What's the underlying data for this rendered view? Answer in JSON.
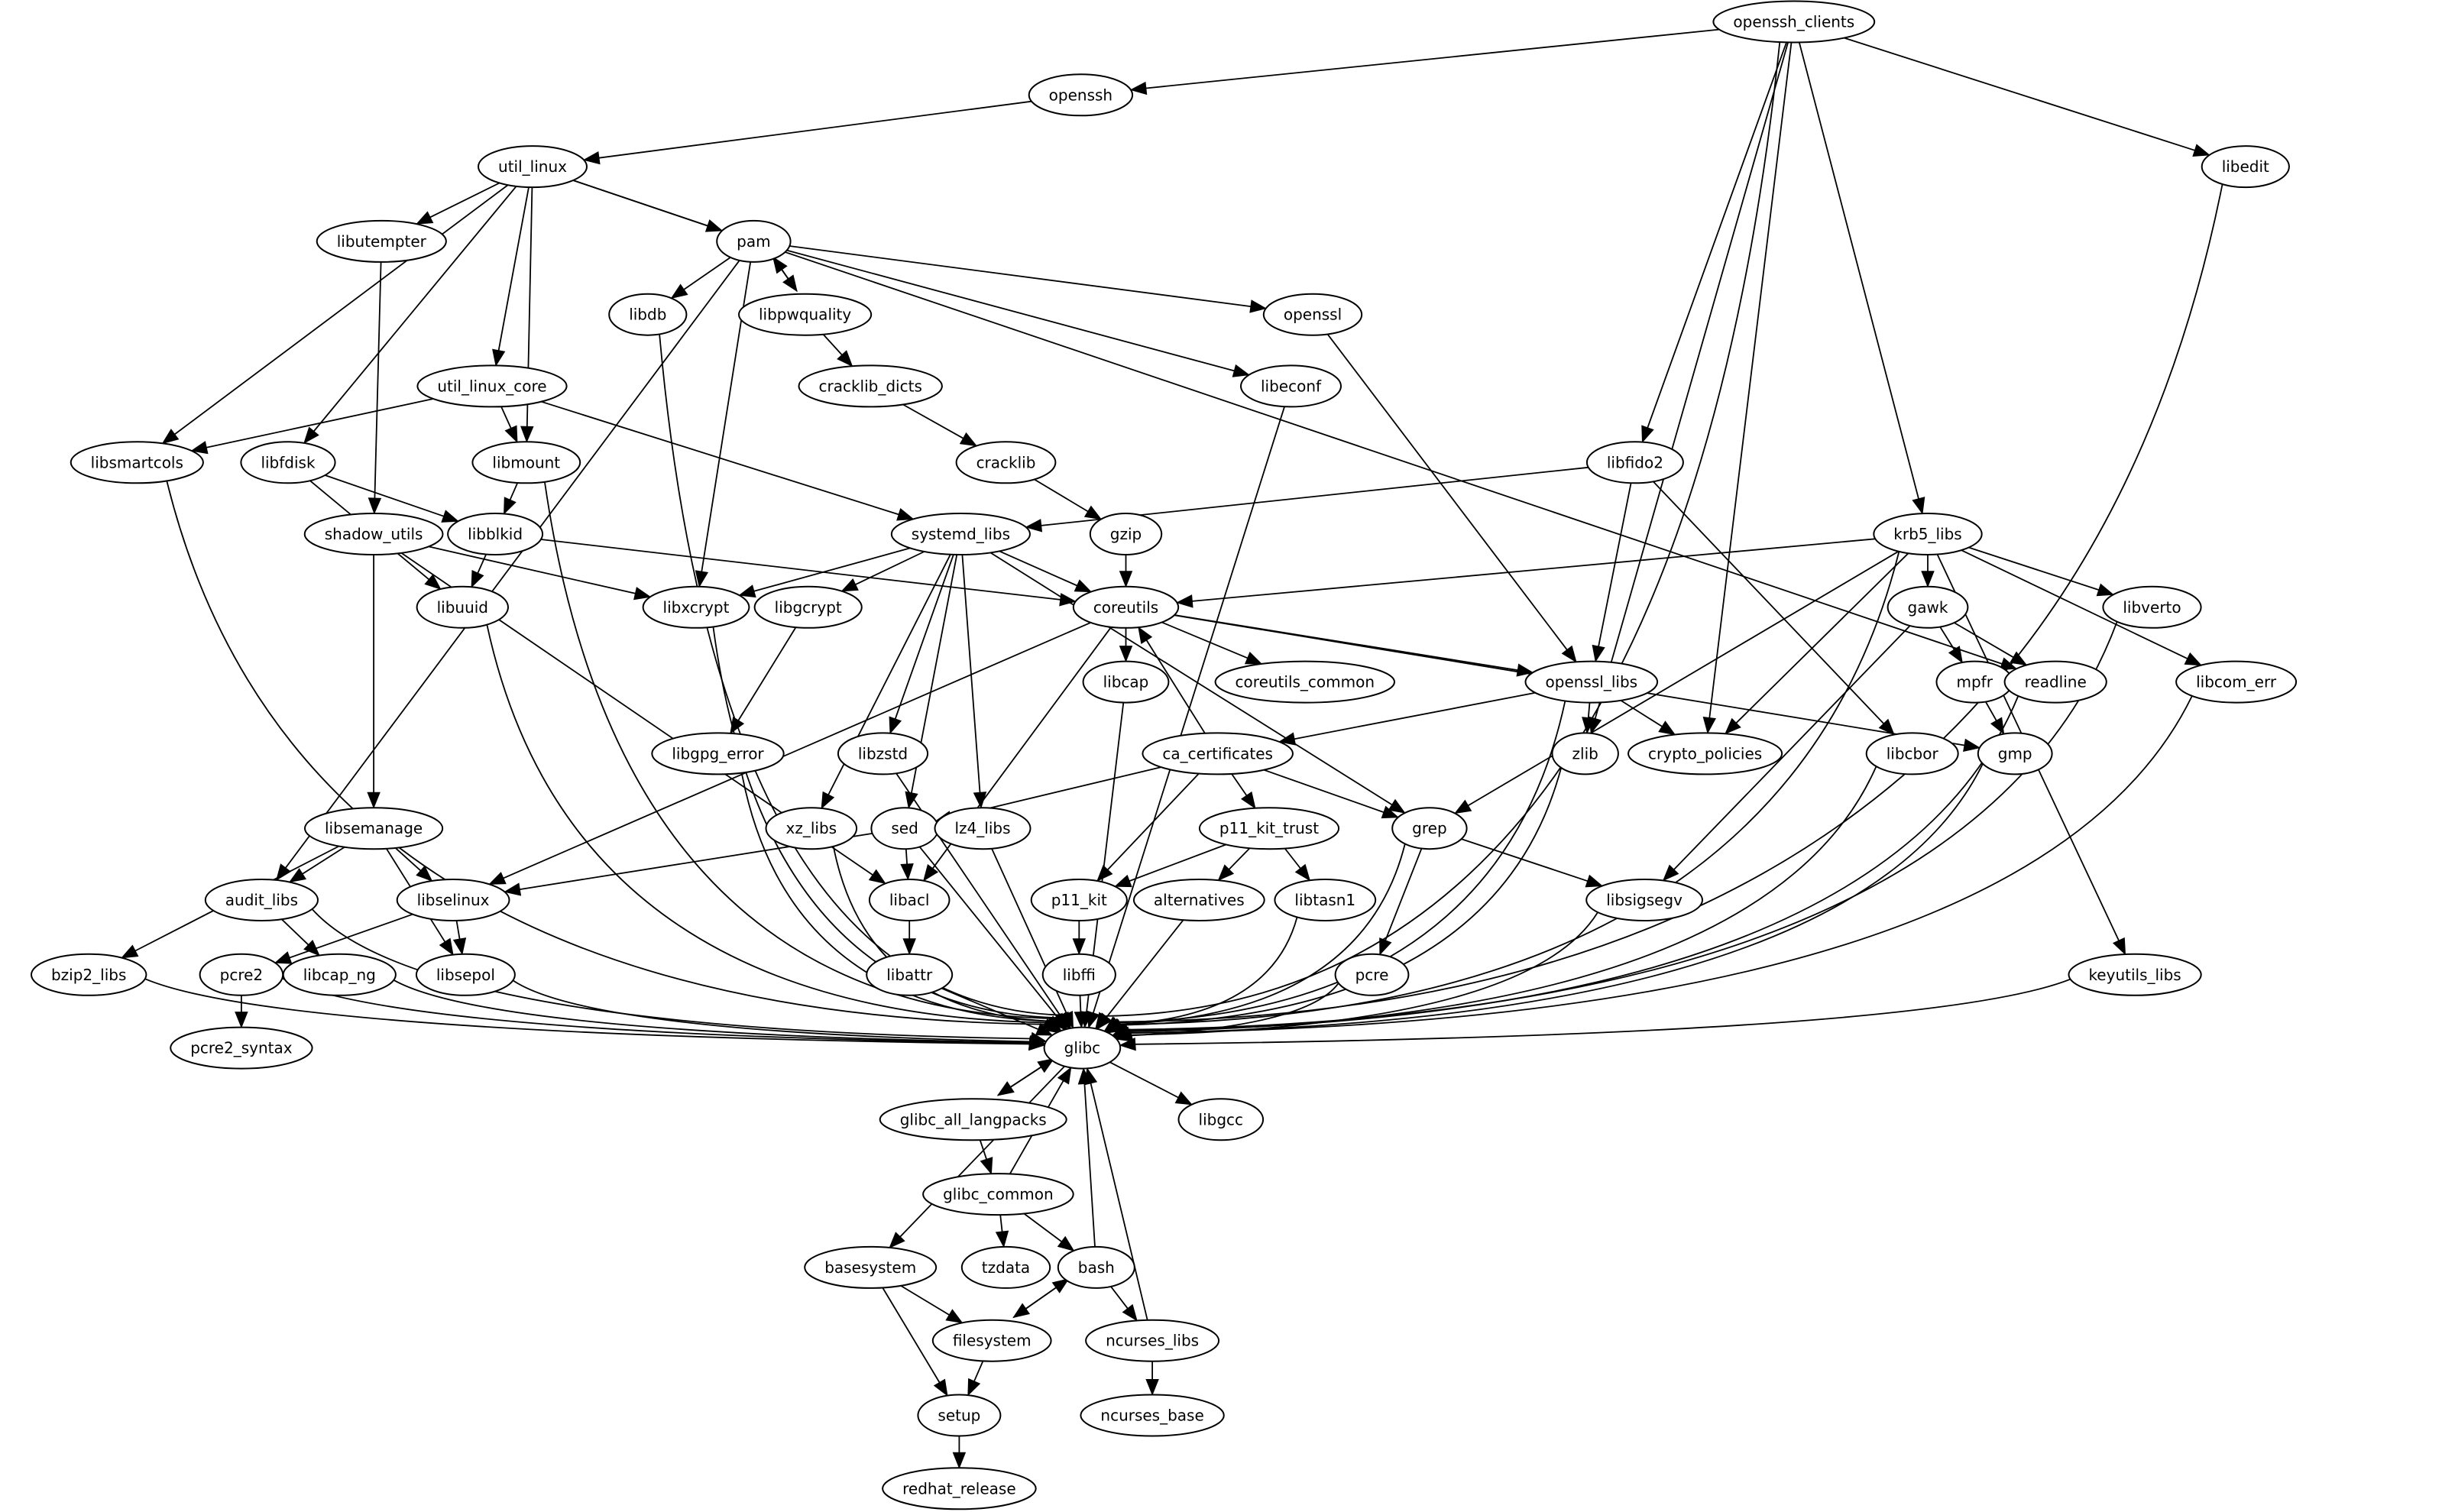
{
  "diagram": {
    "type": "directed-dependency-graph",
    "colors": {
      "background": "#ffffff",
      "stroke": "#000000",
      "text": "#000000"
    },
    "nodes": [
      "openssh_clients",
      "openssh",
      "util_linux",
      "libedit",
      "libutempter",
      "pam",
      "libdb",
      "libpwquality",
      "openssl",
      "util_linux_core",
      "cracklib_dicts",
      "libeconf",
      "libsmartcols",
      "libfdisk",
      "libmount",
      "cracklib",
      "libfido2",
      "shadow_utils",
      "libblkid",
      "systemd_libs",
      "gzip",
      "krb5_libs",
      "libuuid",
      "libxcrypt",
      "libgcrypt",
      "coreutils",
      "gawk",
      "libverto",
      "libcap",
      "coreutils_common",
      "openssl_libs",
      "mpfr",
      "readline",
      "libcom_err",
      "libgpg_error",
      "libzstd",
      "ca_certificates",
      "zlib",
      "crypto_policies",
      "libcbor",
      "gmp",
      "libsemanage",
      "xz_libs",
      "sed",
      "lz4_libs",
      "p11_kit_trust",
      "grep",
      "audit_libs",
      "libselinux",
      "libacl",
      "p11_kit",
      "alternatives",
      "libtasn1",
      "libsigsegv",
      "bzip2_libs",
      "pcre2",
      "libcap_ng",
      "libsepol",
      "libattr",
      "libffi",
      "pcre",
      "keyutils_libs",
      "glibc",
      "pcre2_syntax",
      "glibc_all_langpacks",
      "libgcc",
      "glibc_common",
      "basesystem",
      "tzdata",
      "bash",
      "filesystem",
      "ncurses_libs",
      "setup",
      "ncurses_base",
      "redhat_release"
    ],
    "edges": [
      [
        "openssh_clients",
        "openssh"
      ],
      [
        "openssh_clients",
        "libedit"
      ],
      [
        "openssh_clients",
        "libfido2"
      ],
      [
        "openssh_clients",
        "krb5_libs"
      ],
      [
        "openssh_clients",
        "zlib"
      ],
      [
        "openssh_clients",
        "crypto_policies"
      ],
      [
        "openssh_clients",
        "glibc"
      ],
      [
        "openssh",
        "util_linux"
      ],
      [
        "util_linux",
        "libutempter"
      ],
      [
        "util_linux",
        "pam"
      ],
      [
        "util_linux",
        "util_linux_core"
      ],
      [
        "util_linux",
        "libsmartcols"
      ],
      [
        "util_linux",
        "libfdisk"
      ],
      [
        "util_linux",
        "libmount"
      ],
      [
        "util_linux",
        "readline"
      ],
      [
        "libedit",
        "glibc"
      ],
      [
        "libutempter",
        "shadow_utils"
      ],
      [
        "pam",
        "libdb"
      ],
      [
        "pam",
        "libpwquality"
      ],
      [
        "pam",
        "openssl"
      ],
      [
        "pam",
        "libeconf"
      ],
      [
        "pam",
        "libxcrypt"
      ],
      [
        "pam",
        "audit_libs"
      ],
      [
        "libpwquality",
        "pam"
      ],
      [
        "libpwquality",
        "cracklib_dicts"
      ],
      [
        "cracklib_dicts",
        "cracklib"
      ],
      [
        "cracklib",
        "gzip"
      ],
      [
        "gzip",
        "coreutils"
      ],
      [
        "libdb",
        "glibc"
      ],
      [
        "openssl",
        "openssl_libs"
      ],
      [
        "libeconf",
        "glibc"
      ],
      [
        "util_linux_core",
        "libsmartcols"
      ],
      [
        "util_linux_core",
        "libmount"
      ],
      [
        "util_linux_core",
        "systemd_libs"
      ],
      [
        "libsmartcols",
        "glibc"
      ],
      [
        "libfdisk",
        "libblkid"
      ],
      [
        "libfdisk",
        "libuuid"
      ],
      [
        "libmount",
        "libblkid"
      ],
      [
        "libmount",
        "glibc"
      ],
      [
        "libblkid",
        "libuuid"
      ],
      [
        "libblkid",
        "coreutils"
      ],
      [
        "libfido2",
        "systemd_libs"
      ],
      [
        "libfido2",
        "openssl_libs"
      ],
      [
        "libfido2",
        "libcbor"
      ],
      [
        "shadow_utils",
        "libsemanage"
      ],
      [
        "shadow_utils",
        "libxcrypt"
      ],
      [
        "shadow_utils",
        "libacl"
      ],
      [
        "systemd_libs",
        "libxcrypt"
      ],
      [
        "systemd_libs",
        "libgcrypt"
      ],
      [
        "systemd_libs",
        "coreutils"
      ],
      [
        "systemd_libs",
        "libzstd"
      ],
      [
        "systemd_libs",
        "xz_libs"
      ],
      [
        "systemd_libs",
        "sed"
      ],
      [
        "systemd_libs",
        "lz4_libs"
      ],
      [
        "systemd_libs",
        "grep"
      ],
      [
        "krb5_libs",
        "coreutils"
      ],
      [
        "krb5_libs",
        "gawk"
      ],
      [
        "krb5_libs",
        "libverto"
      ],
      [
        "krb5_libs",
        "libcom_err"
      ],
      [
        "krb5_libs",
        "crypto_policies"
      ],
      [
        "krb5_libs",
        "grep"
      ],
      [
        "krb5_libs",
        "keyutils_libs"
      ],
      [
        "krb5_libs",
        "glibc"
      ],
      [
        "libuuid",
        "glibc"
      ],
      [
        "libxcrypt",
        "glibc"
      ],
      [
        "libgcrypt",
        "libgpg_error"
      ],
      [
        "coreutils",
        "libcap"
      ],
      [
        "coreutils",
        "coreutils_common"
      ],
      [
        "coreutils",
        "openssl_libs"
      ],
      [
        "coreutils",
        "gmp"
      ],
      [
        "coreutils",
        "libselinux"
      ],
      [
        "coreutils",
        "libacl"
      ],
      [
        "gawk",
        "mpfr"
      ],
      [
        "gawk",
        "readline"
      ],
      [
        "gawk",
        "libsigsegv"
      ],
      [
        "libverto",
        "glibc"
      ],
      [
        "libcap",
        "glibc"
      ],
      [
        "openssl_libs",
        "ca_certificates"
      ],
      [
        "openssl_libs",
        "zlib"
      ],
      [
        "openssl_libs",
        "crypto_policies"
      ],
      [
        "openssl_libs",
        "glibc"
      ],
      [
        "mpfr",
        "gmp"
      ],
      [
        "readline",
        "glibc"
      ],
      [
        "libcom_err",
        "glibc"
      ],
      [
        "libgpg_error",
        "glibc"
      ],
      [
        "libzstd",
        "glibc"
      ],
      [
        "ca_certificates",
        "coreutils"
      ],
      [
        "ca_certificates",
        "sed"
      ],
      [
        "ca_certificates",
        "p11_kit_trust"
      ],
      [
        "ca_certificates",
        "p11_kit"
      ],
      [
        "ca_certificates",
        "grep"
      ],
      [
        "zlib",
        "glibc"
      ],
      [
        "libcbor",
        "glibc"
      ],
      [
        "gmp",
        "glibc"
      ],
      [
        "libsemanage",
        "audit_libs"
      ],
      [
        "libsemanage",
        "libselinux"
      ],
      [
        "libsemanage",
        "libsepol"
      ],
      [
        "libsemanage",
        "bzip2_libs"
      ],
      [
        "xz_libs",
        "glibc"
      ],
      [
        "sed",
        "libacl"
      ],
      [
        "sed",
        "libselinux"
      ],
      [
        "sed",
        "glibc"
      ],
      [
        "lz4_libs",
        "glibc"
      ],
      [
        "p11_kit_trust",
        "p11_kit"
      ],
      [
        "p11_kit_trust",
        "alternatives"
      ],
      [
        "p11_kit_trust",
        "libtasn1"
      ],
      [
        "grep",
        "pcre"
      ],
      [
        "grep",
        "libsigsegv"
      ],
      [
        "grep",
        "glibc"
      ],
      [
        "audit_libs",
        "libcap_ng"
      ],
      [
        "audit_libs",
        "glibc"
      ],
      [
        "libselinux",
        "pcre2"
      ],
      [
        "libselinux",
        "libsepol"
      ],
      [
        "libacl",
        "libattr"
      ],
      [
        "p11_kit",
        "libffi"
      ],
      [
        "alternatives",
        "glibc"
      ],
      [
        "libtasn1",
        "glibc"
      ],
      [
        "libsigsegv",
        "glibc"
      ],
      [
        "bzip2_libs",
        "glibc"
      ],
      [
        "pcre2",
        "pcre2_syntax"
      ],
      [
        "pcre2",
        "glibc"
      ],
      [
        "libcap_ng",
        "glibc"
      ],
      [
        "libsepol",
        "glibc"
      ],
      [
        "libattr",
        "glibc"
      ],
      [
        "libffi",
        "glibc"
      ],
      [
        "pcre",
        "glibc"
      ],
      [
        "keyutils_libs",
        "glibc"
      ],
      [
        "glibc",
        "glibc_all_langpacks"
      ],
      [
        "glibc",
        "libgcc"
      ],
      [
        "glibc",
        "basesystem"
      ],
      [
        "glibc_all_langpacks",
        "glibc"
      ],
      [
        "glibc_all_langpacks",
        "glibc_common"
      ],
      [
        "glibc_common",
        "glibc"
      ],
      [
        "glibc_common",
        "tzdata"
      ],
      [
        "glibc_common",
        "bash"
      ],
      [
        "basesystem",
        "filesystem"
      ],
      [
        "basesystem",
        "setup"
      ],
      [
        "bash",
        "glibc"
      ],
      [
        "bash",
        "filesystem"
      ],
      [
        "bash",
        "ncurses_libs"
      ],
      [
        "filesystem",
        "bash"
      ],
      [
        "filesystem",
        "setup"
      ],
      [
        "ncurses_libs",
        "glibc"
      ],
      [
        "ncurses_libs",
        "ncurses_base"
      ],
      [
        "setup",
        "redhat_release"
      ]
    ]
  }
}
